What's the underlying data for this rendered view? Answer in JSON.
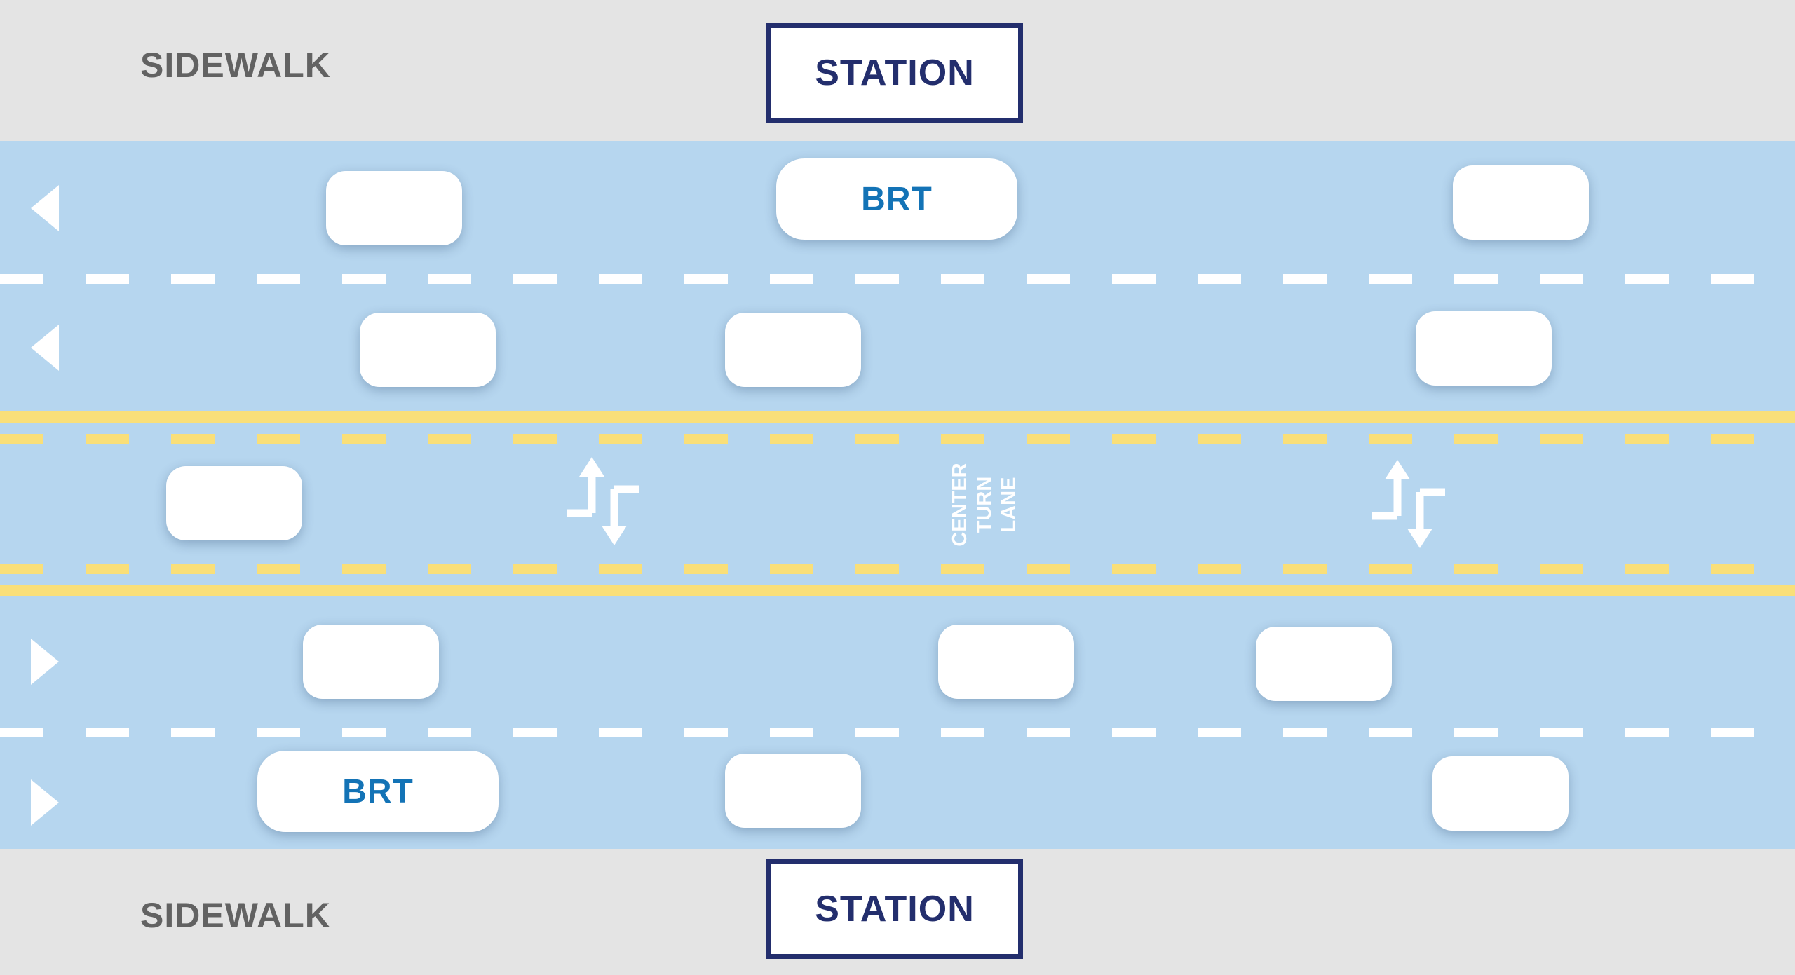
{
  "sidewalk": {
    "top_label": "SIDEWALK",
    "bottom_label": "SIDEWALK"
  },
  "stations": {
    "top_label": "STATION",
    "bottom_label": "STATION"
  },
  "vehicles": {
    "brt_top_label": "BRT",
    "brt_bottom_label": "BRT"
  },
  "center_lane": {
    "label_lines": [
      "CENTER",
      "TURN",
      "LANE"
    ]
  },
  "icons": {
    "lane_direction_left": "triangle-left-icon",
    "lane_direction_right": "triangle-right-icon",
    "two_way_turn": "two-way-left-turn-arrows-icon"
  },
  "colors": {
    "road": "#b6d6ef",
    "sidewalk": "#e4e4e4",
    "station_border": "#232e6d",
    "brt_text": "#1373b6",
    "yellow_marking": "#f9df79",
    "white_marking": "#ffffff"
  }
}
